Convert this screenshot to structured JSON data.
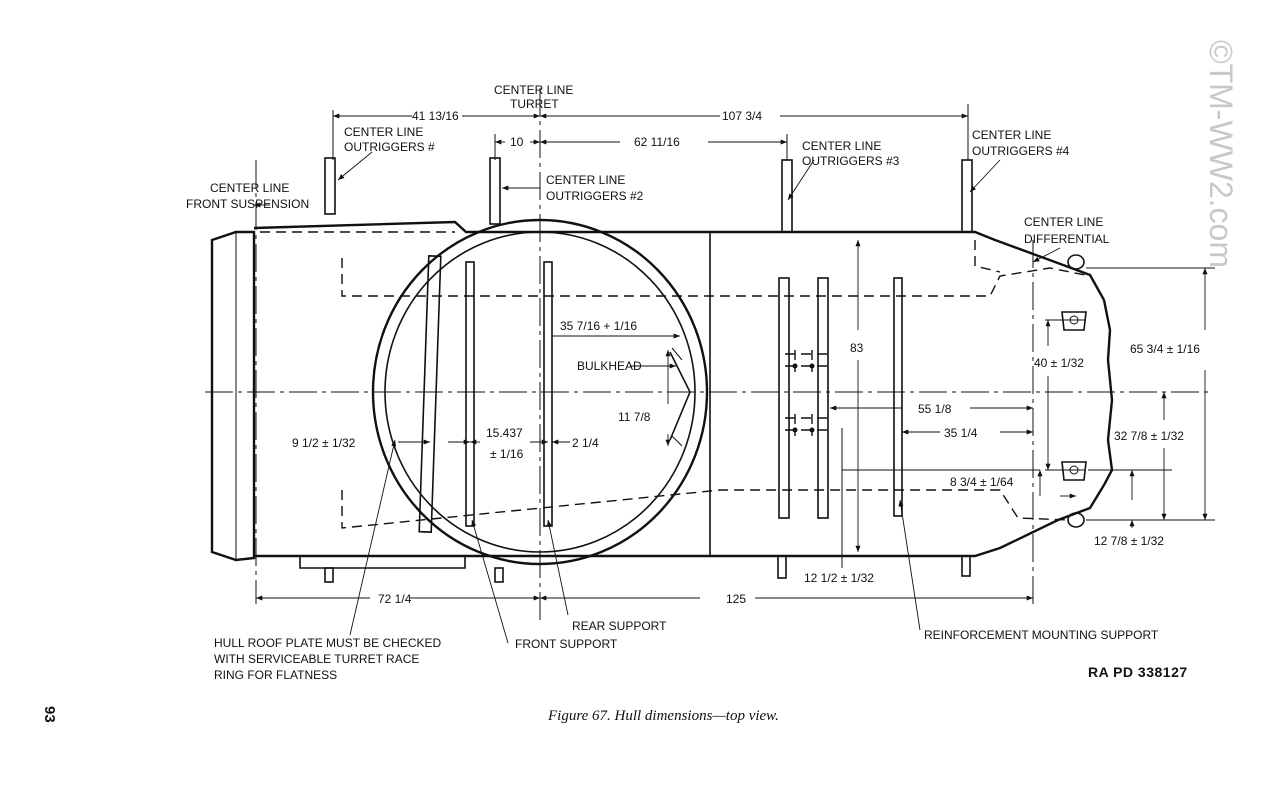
{
  "figure": {
    "caption": "Figure 67.  Hull dimensions—top view.",
    "code": "RA  PD  338127",
    "page_number": "93",
    "watermark": "©TM-WW2.com"
  },
  "callouts": {
    "cl_turret_1": "CENTER LINE",
    "cl_turret_2": "TURRET",
    "cl_out1_1": "CENTER LINE",
    "cl_out1_2": "OUTRIGGERS #",
    "cl_out2_1": "CENTER LINE",
    "cl_out2_2": "OUTRIGGERS #2",
    "cl_out3_1": "CENTER LINE",
    "cl_out3_2": "OUTRIGGERS #3",
    "cl_out4_1": "CENTER LINE",
    "cl_out4_2": "OUTRIGGERS #4",
    "cl_front_1": "CENTER LINE",
    "cl_front_2": "FRONT SUSPENSION",
    "cl_diff_1": "CENTER LINE",
    "cl_diff_2": "DIFFERENTIAL",
    "bulkhead": "BULKHEAD",
    "rear_support": "REAR SUPPORT",
    "front_support": "FRONT SUPPORT",
    "reinforcement": "REINFORCEMENT MOUNTING SUPPORT",
    "hull_note_1": "HULL ROOF PLATE MUST BE CHECKED",
    "hull_note_2": "WITH SERVICEABLE TURRET RACE",
    "hull_note_3": "RING FOR FLATNESS"
  },
  "dimensions": {
    "d_41_13_16": "41 13/16",
    "d_107_3_4": "107 3/4",
    "d_10": "10",
    "d_62_11_16": "62 11/16",
    "d_83": "83",
    "d_65_3_4": "65 3/4 ± 1/16",
    "d_35_7_16": "35 7/16 + 1/16",
    "d_40": "40 ± 1/32",
    "d_11_7_8": "11 7/8",
    "d_55_1_8": "55 1/8",
    "d_32_7_8": "32 7/8 ± 1/32",
    "d_35_1_4": "35 1/4",
    "d_9_1_2": "9 1/2 ± 1/32",
    "d_15_437a": "15.437",
    "d_15_437b": "± 1/16",
    "d_2_1_4": "2 1/4",
    "d_8_3_4": "8 3/4 ± 1/64",
    "d_12_7_8": "12 7/8 ± 1/32",
    "d_12_1_2": "12 1/2 ± 1/32",
    "d_72_1_4": "72 1/4",
    "d_125": "125"
  }
}
